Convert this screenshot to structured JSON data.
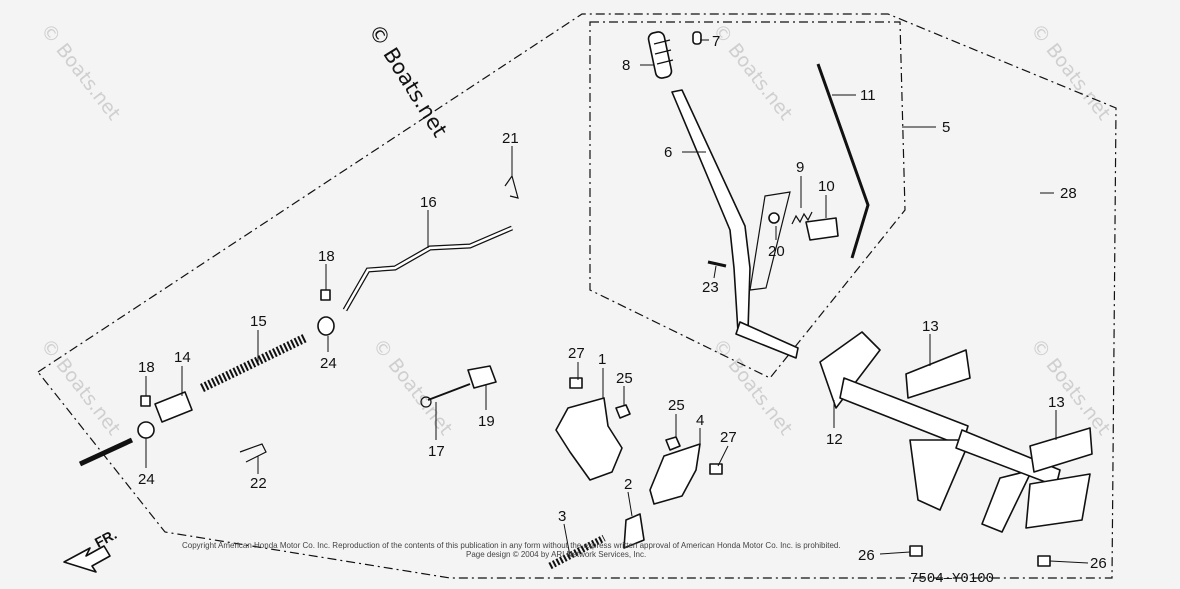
{
  "watermark": {
    "main": "© Boats.net",
    "faint": "© Boats.net"
  },
  "direction_label": "FR.",
  "diagram_code": "7504—Y0100",
  "copyright": {
    "line1": "Copyright American Honda Motor Co. Inc. Reproduction of the contents of this publication in any form without the express written approval of American Honda Motor Co. Inc. is prohibited.",
    "line2": "Page design © 2004 by ARI Network Services, Inc."
  },
  "callouts": {
    "c1": "1",
    "c2": "2",
    "c3": "3",
    "c4": "4",
    "c5": "5",
    "c6": "6",
    "c7": "7",
    "c8": "8",
    "c9": "9",
    "c10": "10",
    "c11": "11",
    "c12": "12",
    "c13a": "13",
    "c13b": "13",
    "c14": "14",
    "c15": "15",
    "c16": "16",
    "c17": "17",
    "c18a": "18",
    "c18b": "18",
    "c19": "19",
    "c20": "20",
    "c21": "21",
    "c22": "22",
    "c23": "23",
    "c24a": "24",
    "c24b": "24",
    "c25a": "25",
    "c25b": "25",
    "c26a": "26",
    "c26b": "26",
    "c27a": "27",
    "c27b": "27",
    "c28": "28"
  }
}
